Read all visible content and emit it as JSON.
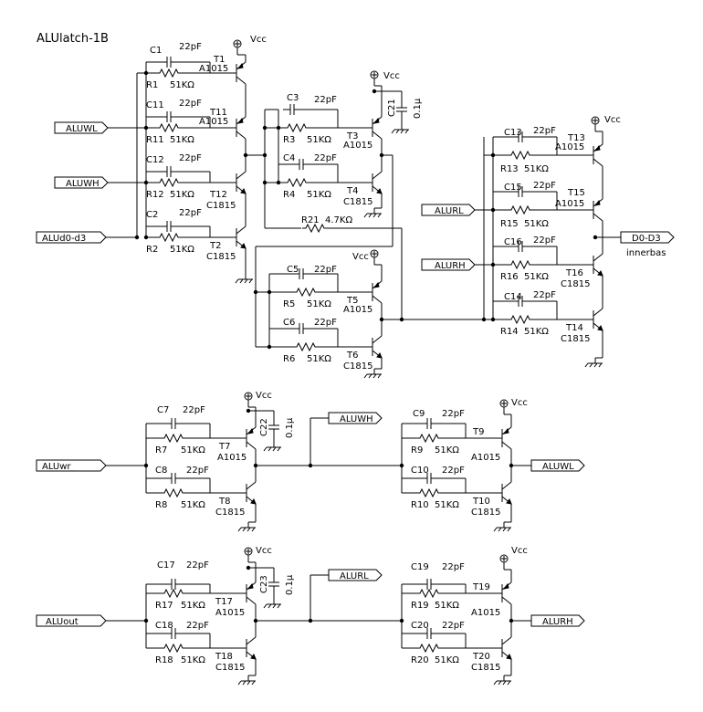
{
  "title": "ALUlatch-1B",
  "vcc": "Vcc",
  "ports": {
    "aluwl_in": "ALUWL",
    "aluwh_in": "ALUWH",
    "alud0_in": "ALUd0-d3",
    "alurl_in": "ALURL",
    "alurh_in": "ALURH",
    "out_d": "D0-D3",
    "innerbas": "innerbas",
    "aluwr_in": "ALUwr_",
    "aluwh_out": "ALUWH",
    "aluwl_out": "ALUWL",
    "aluout_in": "ALUout",
    "alurl_out": "ALURL",
    "alurh_out": "ALURH"
  },
  "transistors": {
    "T1": "T1",
    "T2": "T2",
    "T3": "T3",
    "T4": "T4",
    "T5": "T5",
    "T6": "T6",
    "T7": "T7",
    "T8": "T8",
    "T9": "T9",
    "T10": "T10",
    "T11": "T11",
    "T12": "T12",
    "T13": "T13",
    "T14": "T14",
    "T15": "T15",
    "T16": "T16",
    "T17": "T17",
    "T18": "T18",
    "T19": "T19",
    "T20": "T20",
    "pnp": "A1015",
    "npn": "C1815"
  },
  "caps": {
    "C1": "C1",
    "C2": "C2",
    "C3": "C3",
    "C4": "C4",
    "C5": "C5",
    "C6": "C6",
    "C7": "C7",
    "C8": "C8",
    "C9": "C9",
    "C10": "C10",
    "C11": "C11",
    "C12": "C12",
    "C13": "C13",
    "C14": "C14",
    "C15": "C15",
    "C16": "C16",
    "C17": "C17",
    "C18": "C18",
    "C19": "C19",
    "C20": "C20",
    "C21": "C21",
    "C22": "C22",
    "C23": "C23",
    "val_22p": "22pF",
    "val_01u": "0.1μ"
  },
  "resistors": {
    "R1": "R1",
    "R2": "R2",
    "R3": "R3",
    "R4": "R4",
    "R5": "R5",
    "R6": "R6",
    "R7": "R7",
    "R8": "R8",
    "R9": "R9",
    "R10": "R10",
    "R11": "R11",
    "R12": "R12",
    "R13": "R13",
    "R14": "R14",
    "R15": "R15",
    "R16": "R16",
    "R17": "R17",
    "R18": "R18",
    "R19": "R19",
    "R20": "R20",
    "R21": "R21",
    "val_51k": "51KΩ",
    "val_47k": "4.7KΩ"
  }
}
